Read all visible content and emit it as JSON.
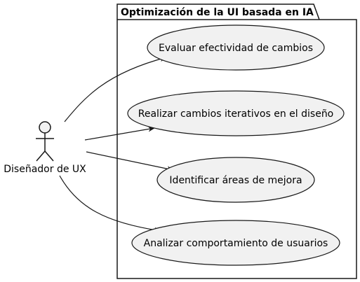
{
  "diagram": {
    "package": {
      "title": "Optimización de la UI basada en IA"
    },
    "actor": {
      "label": "Diseñador de UX"
    },
    "use_cases": [
      {
        "label": "Evaluar efectividad de cambios"
      },
      {
        "label": "Realizar cambios iterativos en el diseño"
      },
      {
        "label": "Identificar áreas de mejora"
      },
      {
        "label": "Analizar comportamiento de usuarios"
      }
    ],
    "colors": {
      "stroke": "#181818",
      "usecase_fill": "#f1f1f1",
      "actor_fill": "#f1f1f1",
      "package_fill": "#ffffff"
    }
  }
}
